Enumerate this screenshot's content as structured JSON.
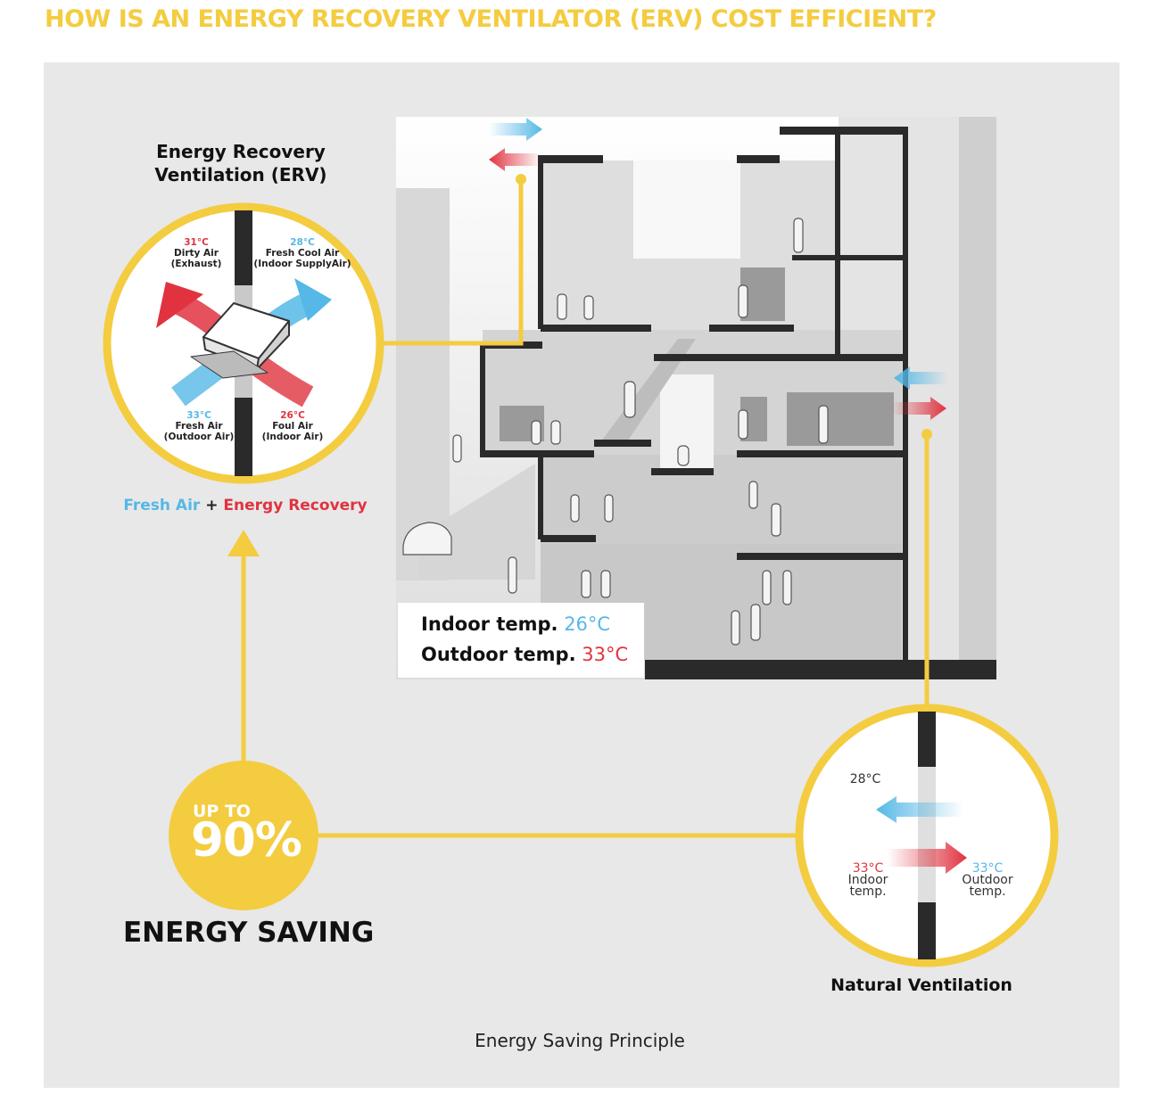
{
  "title": "HOW IS AN ENERGY RECOVERY VENTILATOR (ERV) COST EFFICIENT?",
  "erv": {
    "heading_line1": "Energy Recovery",
    "heading_line2": "Ventilation (ERV)",
    "top_left": {
      "temp": "31°C",
      "line1": "Dirty Air",
      "line2": "(Exhaust)"
    },
    "top_right": {
      "temp": "28°C",
      "line1": "Fresh Cool Air",
      "line2": "(Indoor SupplyAir)"
    },
    "bottom_left": {
      "temp": "33°C",
      "line1": "Fresh Air",
      "line2": "(Outdoor Air)"
    },
    "bottom_right": {
      "temp": "26°C",
      "line1": "Foul Air",
      "line2": "(Indoor Air)"
    },
    "caption_fresh": "Fresh Air",
    "caption_plus": "+",
    "caption_energy": "Energy Recovery"
  },
  "building": {
    "indoor_label": "Indoor temp.",
    "indoor_value": "26°C",
    "outdoor_label": "Outdoor temp.",
    "outdoor_value": "33°C"
  },
  "saving": {
    "up_to": "UP TO",
    "percent": "90%",
    "label": "ENERGY SAVING"
  },
  "natural": {
    "supply_temp": "28°C",
    "indoor_temp": "33°C",
    "indoor_line1": "Indoor",
    "indoor_line2": "temp.",
    "outdoor_temp": "33°C",
    "outdoor_line1": "Outdoor",
    "outdoor_line2": "temp.",
    "label": "Natural Ventilation"
  },
  "caption": "Energy Saving Principle",
  "colors": {
    "accent_yellow": "#f4cc40",
    "cool_blue": "#55b8e6",
    "warm_red": "#e0333f",
    "panel_gray": "#e8e8e8"
  }
}
